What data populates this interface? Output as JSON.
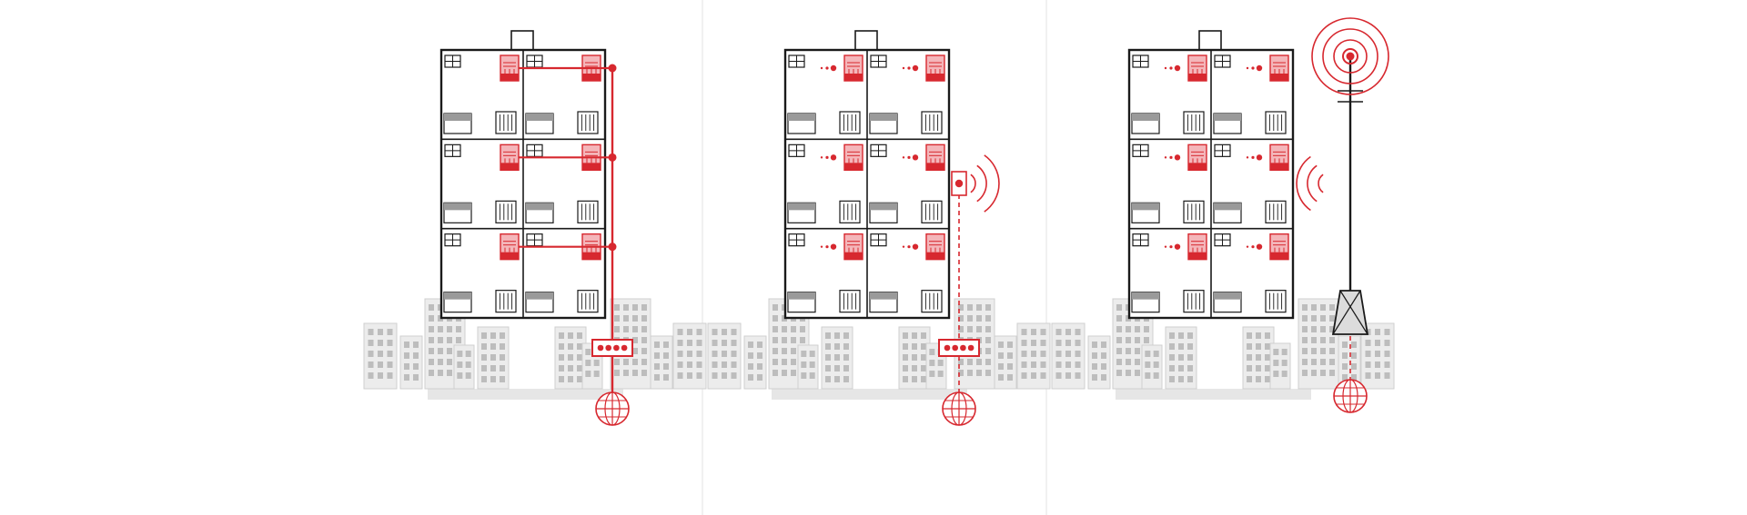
{
  "colors": {
    "accent": "#d7282f",
    "accent_light": "#f4b6ba",
    "outline": "#1a1a1a",
    "city": "#e6e6e6",
    "city_stroke": "#cfcfcf",
    "city_window": "#bdbdbd",
    "divider": "#e3e3e3"
  },
  "panels": [
    {
      "id": "wired-network",
      "connection": "wired",
      "floors": 3,
      "units_per_floor": 2
    },
    {
      "id": "building-wireless",
      "connection": "wireless-building",
      "floors": 3,
      "units_per_floor": 2
    },
    {
      "id": "mobile-tower",
      "connection": "cell-tower",
      "floors": 3,
      "units_per_floor": 2
    }
  ],
  "icons": [
    "router-icon",
    "globe-icon",
    "wifi-waves-icon",
    "antenna-icon",
    "tower-icon",
    "window-icon",
    "radiator-icon",
    "device-icon"
  ]
}
